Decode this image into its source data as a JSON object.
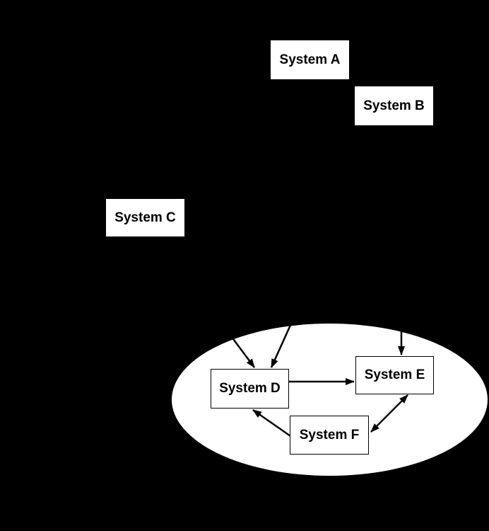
{
  "diagram": {
    "background_color": "#000000",
    "node_fill_color": "#ffffff",
    "line_color": "#000000",
    "text_color": "#000000",
    "nodes": {
      "a": {
        "label": "System A"
      },
      "b": {
        "label": "System B"
      },
      "c": {
        "label": "System C"
      },
      "d": {
        "label": "System D"
      },
      "e": {
        "label": "System E"
      },
      "f": {
        "label": "System F"
      }
    },
    "boundary": {
      "shape": "ellipse",
      "fill": "#ffffff",
      "contains": [
        "System D",
        "System E",
        "System F"
      ]
    },
    "edges": [
      {
        "from": "system-c",
        "to": "system-d",
        "style": "arrow"
      },
      {
        "from": "system-b",
        "to": "system-d",
        "style": "arrow"
      },
      {
        "from": "system-b",
        "to": "system-e",
        "style": "arrow"
      },
      {
        "from": "system-d",
        "to": "system-e",
        "style": "arrow"
      },
      {
        "from": "system-f",
        "to": "system-d",
        "style": "arrow"
      },
      {
        "from": "system-e",
        "to": "system-f",
        "style": "double-arrow"
      }
    ]
  }
}
